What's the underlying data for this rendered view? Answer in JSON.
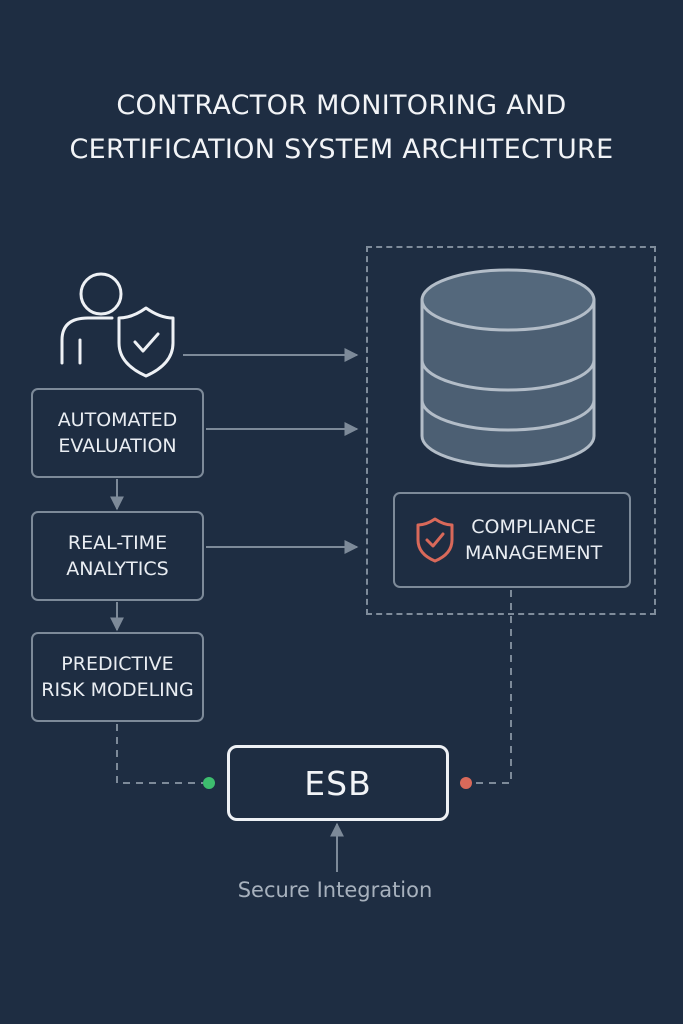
{
  "title": {
    "line1": "CONTRACTOR MONITORING AND",
    "line2": "CERTIFICATION SYSTEM ARCHITECTURE"
  },
  "nodes": {
    "automated_evaluation": {
      "line1": "AUTOMATED",
      "line2": "EVALUATION"
    },
    "real_time_analytics": {
      "line1": "REAL-TIME",
      "line2": "ANALYTICS"
    },
    "predictive_risk_modeling": {
      "line1": "PREDICTIVE",
      "line2": "RISK MODELING"
    },
    "compliance_management": {
      "line1": "COMPLIANCE",
      "line2": "MANAGEMENT",
      "icon": "shield-check-icon"
    },
    "database": {
      "icon": "database-icon"
    },
    "user": {
      "icon": "user-shield-icon"
    },
    "esb": {
      "label": "ESB"
    }
  },
  "caption": "Secure Integration",
  "colors": {
    "background": "#1e2d42",
    "line": "#7d8a99",
    "text": "#e9edf2",
    "accent_green": "#3dbd6e",
    "accent_red": "#d9695a",
    "database_fill": "#4c5f73"
  }
}
